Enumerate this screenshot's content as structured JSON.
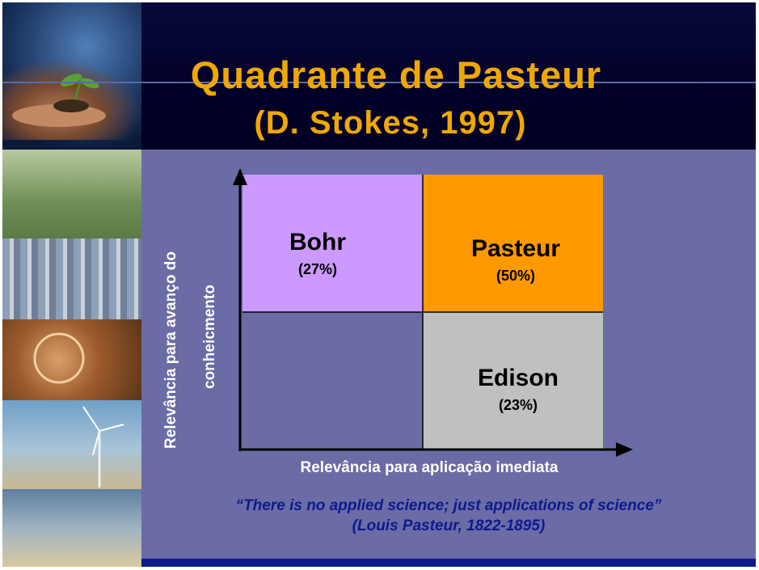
{
  "title": "Quadrante de Pasteur",
  "subtitle": "(D. Stokes, 1997)",
  "y_axis_label_line1": "Relevância para avanço do",
  "y_axis_label_line2": "conheicmento",
  "x_axis_label": "Relevância para aplicação imediata",
  "quadrants": [
    {
      "name": "Bohr",
      "percent": "(27%)",
      "color": "#cc99ff"
    },
    {
      "name": "Pasteur",
      "percent": "(50%)",
      "color": "#ff9900"
    },
    {
      "name": "Edison",
      "percent": "(23%)",
      "color": "#c0c0c0"
    },
    {
      "name": "",
      "percent": "",
      "color": "#6b6ba6"
    }
  ],
  "quote": "“There is no applied science; just applications of science”",
  "quote_attribution": "(Louis Pasteur, 1822-1895)",
  "colors": {
    "title": "#f0a800",
    "background": "#6b6ba6",
    "quote": "#0d1a8c",
    "axis": "#000000"
  }
}
